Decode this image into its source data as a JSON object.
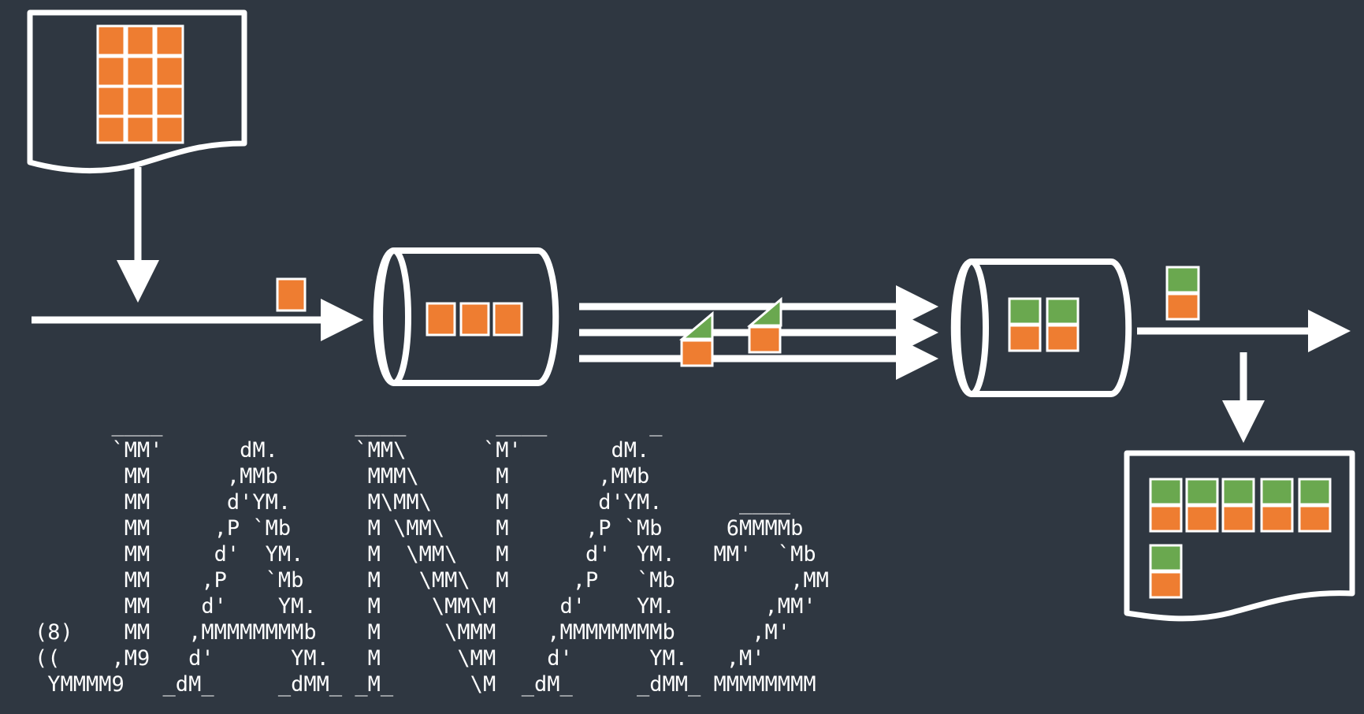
{
  "colors": {
    "background": "#2f3741",
    "stroke": "#ffffff",
    "orange": "#ee7d31",
    "green": "#6aa84f"
  },
  "ascii_art": [
    "      ____               ____       ____        _",
    "      `MM'      dM.      `MM\\      `M'       dM.",
    "       MM      ,MMb       MMM\\      M       ,MMb",
    "       MM      d'YM.      M\\MM\\     M       d'YM.      ____",
    "       MM     ,P `Mb      M \\MM\\    M      ,P `Mb     6MMMMb",
    "       MM     d'  YM.     M  \\MM\\   M      d'  YM.   MM'  `Mb",
    "       MM    ,P   `Mb     M   \\MM\\  M     ,P   `Mb         ,MM",
    "       MM    d'    YM.    M    \\MM\\M     d'    YM.       ,MM'",
    "(8)    MM   ,MMMMMMMMb    M     \\MMM    ,MMMMMMMMb      ,M'",
    "((    ,M9   d'      YM.   M      \\MM    d'      YM.   ,M'",
    " YMMMM9   _dM_     _dMM_ _M_      \\M  _dM_     _dMM_ MMMMMMMM"
  ]
}
